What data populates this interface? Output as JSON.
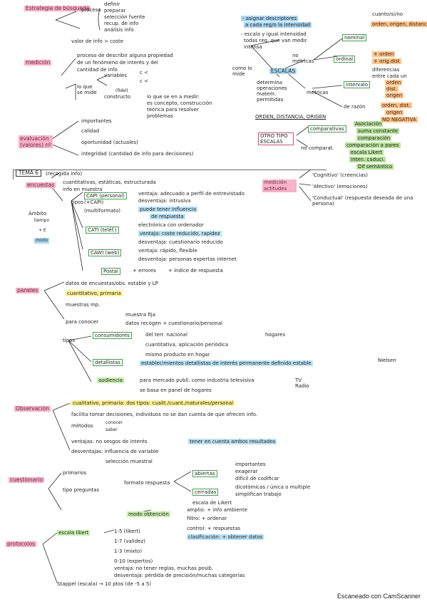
{
  "watermark": "Escaneado con CamScanner",
  "colors": {
    "pink": "#f6b3c9",
    "orange": "#ffc48a",
    "blue": "#a8d7f2",
    "green": "#b7e39b",
    "yellow": "#fff08a"
  },
  "top_left": {
    "estrategia": "Estrategia de búsqueda",
    "proceso": "proceso",
    "proceso_items": [
      "definir",
      "preparar",
      "selección fuente",
      "recup. de info",
      "análisis info"
    ],
    "valor": "valor de info > coste",
    "medicion": "medición",
    "medicion_def1": "proceso de describir alguna propiedad",
    "medicion_def2": "de un fenómeno de interés y del",
    "medicion_def3": "cantidad de info",
    "lo_que_se_mide": "lo que se mide",
    "variables": "variables",
    "vars_cases": [
      "c <",
      "c <"
    ],
    "constructo": "constructo",
    "fidel": "(fidel)",
    "constructo_def1": "lo que se en a medir:",
    "constructo_def2": "es concepto, construcción",
    "constructo_def3": "teórica para resolver",
    "constructo_def4": "problemas",
    "evaluacion": "evaluación (valores) nº",
    "evaluacion_items": [
      "importantes",
      "calidad",
      "oportunidad (actuales)",
      "integridad (cantidad de info para decisiones)"
    ]
  },
  "top_right": {
    "asignar": "- asignar descriptores",
    "asignar2": "a cada reg/o la intensidad",
    "escalas_def1": "- escala y igual intensidad",
    "escalas_def2": "todas reg. que van medir.",
    "escalas_def3": "intensa",
    "como_lo_mide": "como lo mide",
    "escalas": "ESCALAS",
    "determina": "determina operaciones matem. permitidas",
    "no_metricas": "no métricas",
    "nominal": "nominal",
    "nominal_items": [
      "cuanto/si/no",
      "orden, origen, distancia"
    ],
    "ordinal": "ordinal",
    "ordinal_items": [
      "+ orden",
      "+ orig.dist",
      "diferencias",
      "entre cada un"
    ],
    "metricas": "métricas",
    "intervalo": "intervalo",
    "intervalo_items": [
      "orden",
      "dist.",
      "origen"
    ],
    "razon": "de razón",
    "razon_items": [
      "orden, dist.",
      "origen",
      "NO NEGATIVA"
    ],
    "odo": "ORDEN, DISTANCIA, ORIGEN",
    "tipo_escalas": "OTRO TIPO ESCALAS",
    "comparativas": "comparativas",
    "comp_items": [
      "Asociación",
      "suma constante",
      "comparación"
    ],
    "no_comparat": "no comparat.",
    "nocomp_items": [
      "comparación a pares",
      "escala Likert",
      "Inten. caduci.",
      "Dif semántico"
    ],
    "med_actitudes": "medición actitudes",
    "cognitivo": "'Cognitivo' (creencias)",
    "afectivo": "'Afectivo' (emociones)",
    "conductual": "'Conductual' (respuesta deseada de una persona)"
  },
  "tema6": {
    "title": "TEMA 6",
    "subtitle": "(recogida info)",
    "encuestas": "encuestas",
    "cuant": "cuantitativas, estáticas, estructurada",
    "info_muestra": "info en muestra",
    "tipos": "tipos",
    "capi": "CAPI (personal)",
    "capi2": "(+CAPI)",
    "capi_pros": [
      "ventaja: adecuado a perfil de entrevistado",
      "desventaja: intrusiva",
      "puede tener influencia",
      "de respuesta"
    ],
    "multiformat": "(multiformato)",
    "cati": "CATI (teléf.)",
    "cati_pros": [
      "electrónica con ordenador",
      "ventaja: coste reducido, rapidez",
      "desventaja: cuestionario reducido"
    ],
    "cawi": "CAWI (web)",
    "cawi_pros": [
      "ventaja: rápido, flexible",
      "desventaja: personas expertas internet"
    ],
    "postal": "Postal",
    "postal_pros": [
      "+ errores",
      "+ índice de respuesta"
    ],
    "ambito": "Ámbito",
    "ambito_items": [
      "tiempo",
      "+ E"
    ],
    "mixto": "mixto",
    "paneles": "paneles",
    "paneles_items": [
      "datos de encuestas/obs. estable y LP",
      "cuantitativo, primaria",
      "muestras mp.",
      "para conocer"
    ],
    "muestra_fija": "muestra fija",
    "datos_recogen": "datos recogen + cuestionario/personal",
    "tipos2": "tipos",
    "consumidores": "consumidores",
    "cons_items": [
      "del terr. nacional",
      "cuantitativa, aplicación periódica",
      "mismo producto en hogar"
    ],
    "hogares": "hogares",
    "detallistas": "detallistas",
    "det_def": "establecimientos detallistas de interés permanente definido estable",
    "nielsen": "Nielsen",
    "audiencia": "audiencia",
    "aud_def": "para mercado publi. como industria televisiva",
    "aud_def2": "se basa en panel de hogares",
    "tv_radio": "TV Radio",
    "observacion": "Observación",
    "obs_def": "cualitativo, primaria: dos tipos: cualit./cuant./naturales/personal",
    "obs_def2": "facilita tomar decisiones, individuos no se dan cuenta de que ofrecen info.",
    "metodos": "métodos",
    "metodos_items": [
      "conocer",
      "saber"
    ],
    "ventajas": "ventajas: no sesgos de interés",
    "ventajas_hl": "tener en cuenta ambos resultados",
    "desv": "desventajas: influencia de variable",
    "seleccion": "selección muestral",
    "cuestionario": "cuestionario",
    "cuest_items": [
      "primarios"
    ],
    "tipo_preguntas": "tipo preguntas",
    "formato": "formato respuesta",
    "abiertas": "abiertas",
    "abiertas_items": [
      "importantes",
      "exagerar",
      "difícil de codificar"
    ],
    "cerradas": "cerradas",
    "cerradas_items": [
      "dicotómicas / única o multiple",
      "simplifican trabajo"
    ],
    "escala": "escala de Likert",
    "modo": "modo obtención",
    "modo_items": [
      "amplio: + info ambiente",
      "filtro: + ordenar",
      "control: + respuestas",
      "clasificación: + obtener datos"
    ],
    "protocolos": "protocolos",
    "escala_likert": "escala likert",
    "likert_items": [
      "1-5 (likert)",
      "1-7 (validez)",
      "1-3 (mixto)",
      "0-10 (expertos)",
      "ventaja: no tener reglas, muchas posib.",
      "desventaja: pérdida de precisión/muchas categorías"
    ],
    "stappel": "Stappel (escala) → 10 ptos (de -5 a 5)"
  }
}
